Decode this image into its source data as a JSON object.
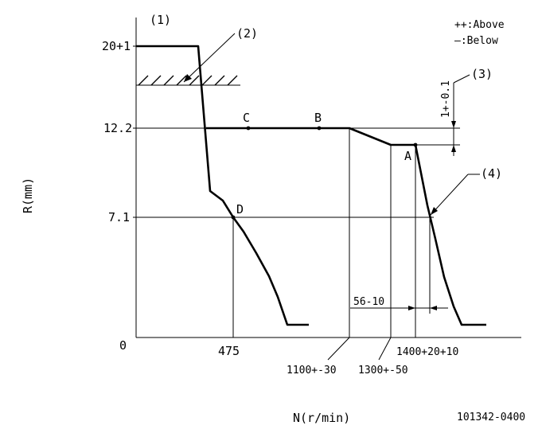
{
  "legend": {
    "above": "++:Above",
    "below": "—:Below"
  },
  "callouts": {
    "c1": "(1)",
    "c2": "(2)",
    "c3": "(3)",
    "c4": "(4)"
  },
  "axes": {
    "y_label": "R(mm)",
    "x_label": "N(r/min)",
    "y_ticks": [
      "20+1",
      "12.2",
      "7.1",
      "0"
    ],
    "x_ticks": [
      "475",
      "1100+-30",
      "1300+-50",
      "1400+20+10"
    ]
  },
  "points": {
    "a": "A",
    "b": "B",
    "c": "C",
    "d": "D"
  },
  "dims": {
    "gap": "1+-0.1",
    "offset": "56-10"
  },
  "drawing_number": "101342-0400"
}
